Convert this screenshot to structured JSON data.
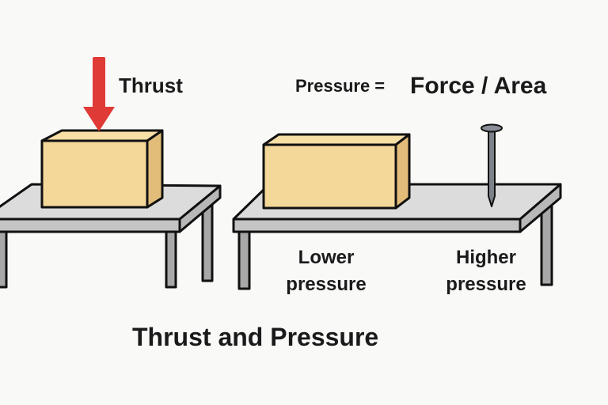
{
  "labels": {
    "thrust": "Thrust",
    "formula_lhs": "Pressure =",
    "formula_rhs": "Force / Area",
    "lower_line1": "Lower",
    "lower_line2": "pressure",
    "higher_line1": "Higher",
    "higher_line2": "pressure",
    "title": "Thrust and Pressure"
  },
  "colors": {
    "arrow": "#e03a36",
    "box_front": "#f4d89a",
    "box_top": "#f7dfa6",
    "box_side": "#e2bd7a",
    "table_top": "#dcdcdc",
    "table_edge": "#c4c4c4",
    "leg": "#a8a8a8",
    "nail": "#7d828a",
    "outline": "#111111"
  }
}
